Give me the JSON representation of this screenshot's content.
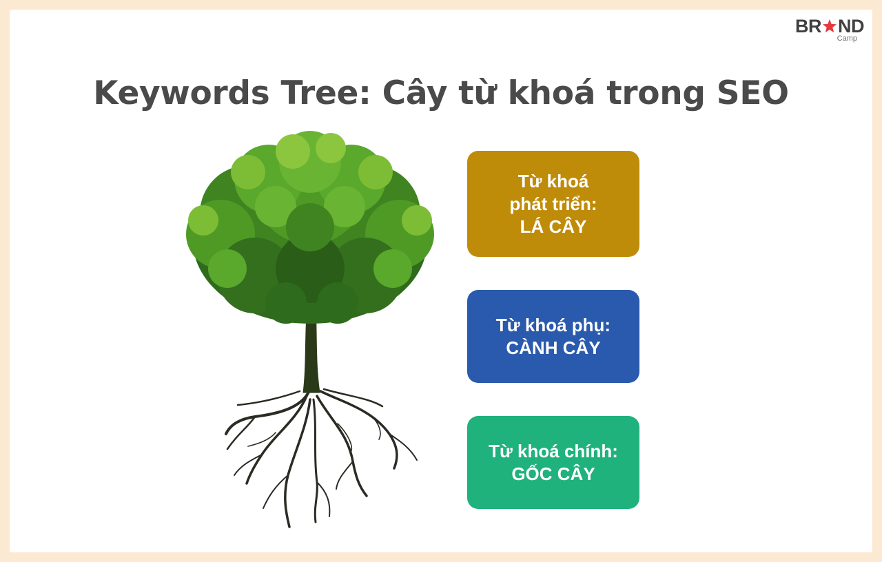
{
  "logo": {
    "part1": "BR",
    "part2": "ND",
    "sub": "Camp",
    "star_color": "#e8383d"
  },
  "title": "Keywords Tree: Cây từ khoá trong SEO",
  "boxes": {
    "leaf": {
      "line1": "Từ khoá",
      "line2": "phát triển:",
      "line3": "LÁ CÂY",
      "color": "#bf8c0a"
    },
    "branch": {
      "line1": "Từ khoá phụ:",
      "line2": "CÀNH CÂY",
      "color": "#2a5aad"
    },
    "root": {
      "line1": "Từ khoá chính:",
      "line2": "GỐC CÂY",
      "color": "#1fb27d"
    }
  },
  "colors": {
    "background": "#fbe9d2",
    "canvas": "#ffffff",
    "title": "#4a4a4a",
    "foliage_dark": "#2f6b1c",
    "foliage_mid": "#4f9a25",
    "foliage_light": "#8cc63f",
    "trunk": "#2a3a18",
    "roots": "#2b2b24"
  }
}
